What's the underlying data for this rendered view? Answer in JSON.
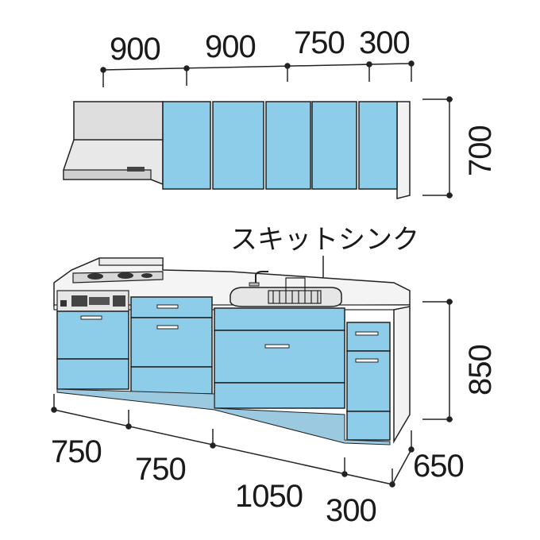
{
  "colors": {
    "door_blue": "#8ecdea",
    "door_stroke": "#3a6f8e",
    "hood_gray": "#dcdcdc",
    "counter_white": "#f4f4f4",
    "line": "#222222"
  },
  "wall_cabinet_widths": {
    "w1": "900",
    "w2": "900",
    "w3": "750",
    "w4": "300"
  },
  "wall_cabinet_height": "700",
  "base_cabinet_widths": {
    "w1": "750",
    "w2": "750",
    "w3": "1050",
    "w4": "300"
  },
  "base_cabinet_height": "850",
  "counter_depth": "650",
  "sink_label": "スキットシンク"
}
